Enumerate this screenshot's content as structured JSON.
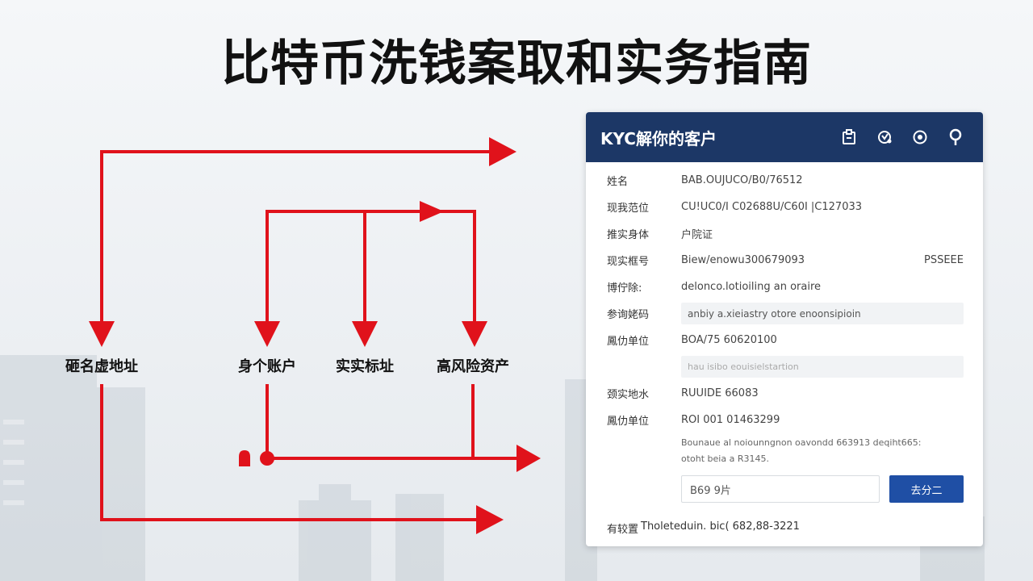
{
  "title": "比特币洗钱案取和实务指南",
  "diagram": {
    "nodes": [
      {
        "id": "anon-address",
        "label": "砸名虚地址"
      },
      {
        "id": "identity-account",
        "label": "身个账户"
      },
      {
        "id": "real-address",
        "label": "实实标址"
      },
      {
        "id": "high-risk-asset",
        "label": "高风险资产"
      }
    ],
    "colors": {
      "arrow": "#e0121b",
      "label": "#111111"
    }
  },
  "kyc": {
    "title": "KYC解你的客户",
    "header_icons": [
      "clipboard-icon",
      "bug-icon",
      "record-icon",
      "pin-icon"
    ],
    "rows": [
      {
        "label": "姓名",
        "value": "BAB.OUJUCO/B0/76512"
      },
      {
        "label": "现我范位",
        "value": "CU!UC0/I C02688U/C60I |C127033"
      },
      {
        "label": "推实身体",
        "value": "户院证"
      },
      {
        "label": "现实框号",
        "value": "Biew/enowu300679093",
        "extra": "PSSEEE"
      },
      {
        "label": "博佇除:",
        "value": "delonco.lotioiling an oraire"
      },
      {
        "label": "参询姥码",
        "value": "anbiy a.xieiastry otore enoonsipioin",
        "boxed": true
      },
      {
        "label": "鳳仂单位",
        "value": "BOA/75 60620100"
      },
      {
        "label": "",
        "value": "hau isibo eouisielstartion",
        "boxed": true
      },
      {
        "label": "颈实地水",
        "value": "RUUIDE 66083"
      },
      {
        "label": "鳳仂单位",
        "value": "ROI 001 01463299"
      }
    ],
    "note_lines": [
      "Bounaue al noiounngnon oavondd  663913 deqiht665:",
      "otoht beia a R3145."
    ],
    "input_value": "B69 9片",
    "button_label": "去分二",
    "footer": {
      "label": "有较置",
      "value": "Tholeteduin. bic( 682,88-3221"
    },
    "colors": {
      "header": "#1c3766",
      "button": "#1f4fa5"
    }
  }
}
